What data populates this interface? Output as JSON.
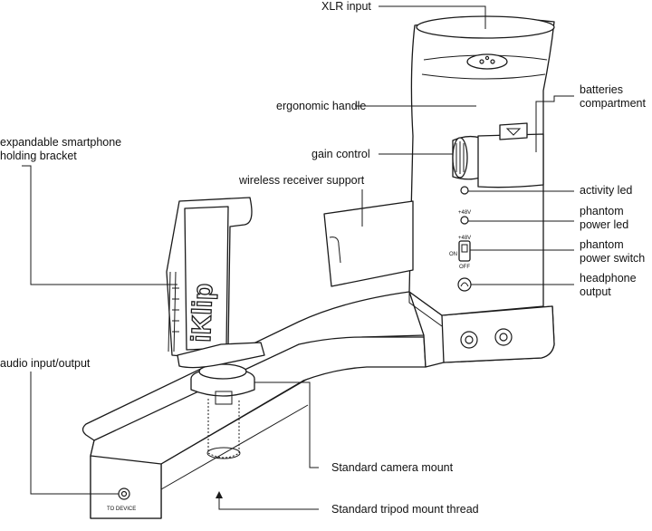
{
  "labels": {
    "xlr_input": "XLR input",
    "ergonomic_handle": "ergonomic handle",
    "batteries_compartment": "batteries\ncompartment",
    "expandable_bracket": "expandable smartphone\nholding bracket",
    "gain_control": "gain control",
    "wireless_receiver_support": "wireless receiver support",
    "activity_led": "activity led",
    "phantom_power_led": "phantom\npower led",
    "phantom_power_switch": "phantom\npower switch",
    "headphone_output": "headphone\noutput",
    "audio_input_output": "audio input/output",
    "standard_camera_mount": "Standard camera mount",
    "standard_tripod_mount_thread": "Standard tripod mount thread"
  },
  "device_markings": {
    "brand": "iKlip",
    "to_device": "TO  DEVICE",
    "plus48v_led": "+48V",
    "plus48v_switch": "+48V",
    "switch_on": "ON",
    "switch_off": "OFF"
  }
}
